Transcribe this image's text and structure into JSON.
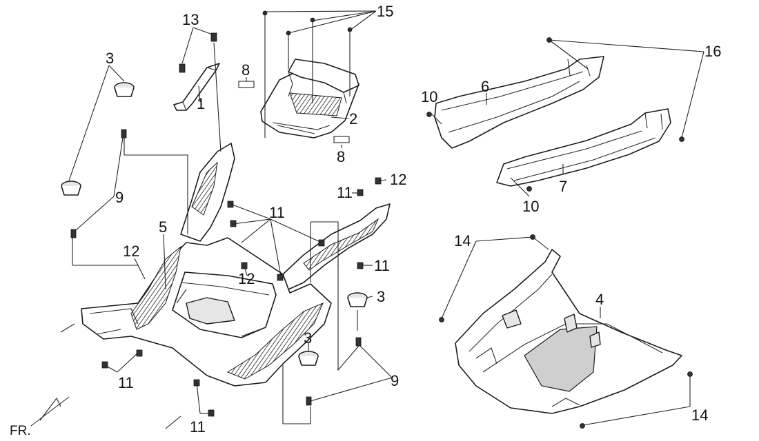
{
  "callouts": {
    "c1": "1",
    "c2": "2",
    "c3a": "3",
    "c3b": "3",
    "c3c": "3",
    "c4": "4",
    "c5": "5",
    "c6": "6",
    "c7": "7",
    "c8a": "8",
    "c8b": "8",
    "c9a": "9",
    "c9b": "9",
    "c10a": "10",
    "c10b": "10",
    "c11a": "11",
    "c11b": "11",
    "c11c": "11",
    "c11d": "11",
    "c11e": "11",
    "c12a": "12",
    "c12b": "12",
    "c12c": "12",
    "c13": "13",
    "c14a": "14",
    "c14b": "14",
    "c15": "15",
    "c16": "16"
  },
  "front_indicator": "FR."
}
